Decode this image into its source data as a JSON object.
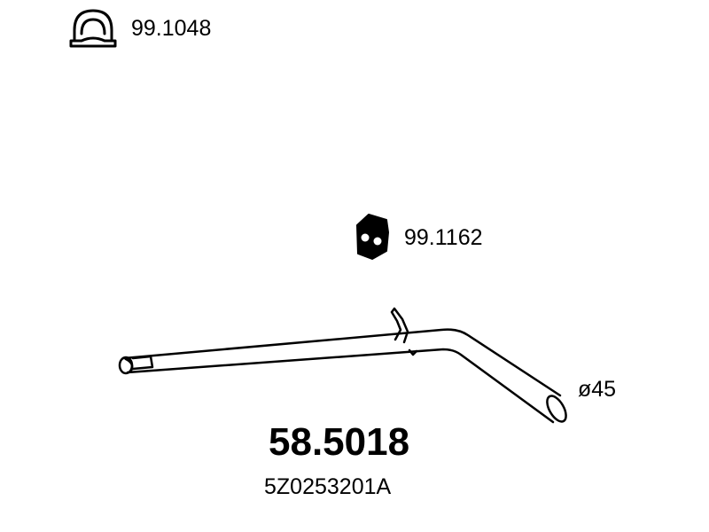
{
  "parts": {
    "clamp": {
      "icon": "u-bolt-clamp-icon",
      "number": "99.1048"
    },
    "hanger": {
      "icon": "rubber-hanger-icon",
      "number": "99.1162"
    },
    "pipe": {
      "icon": "exhaust-pipe-icon",
      "diameter": "ø45",
      "number": "58.5018",
      "oem_number": "5Z0253201A"
    }
  },
  "colors": {
    "line": "#000000",
    "background": "#ffffff"
  }
}
